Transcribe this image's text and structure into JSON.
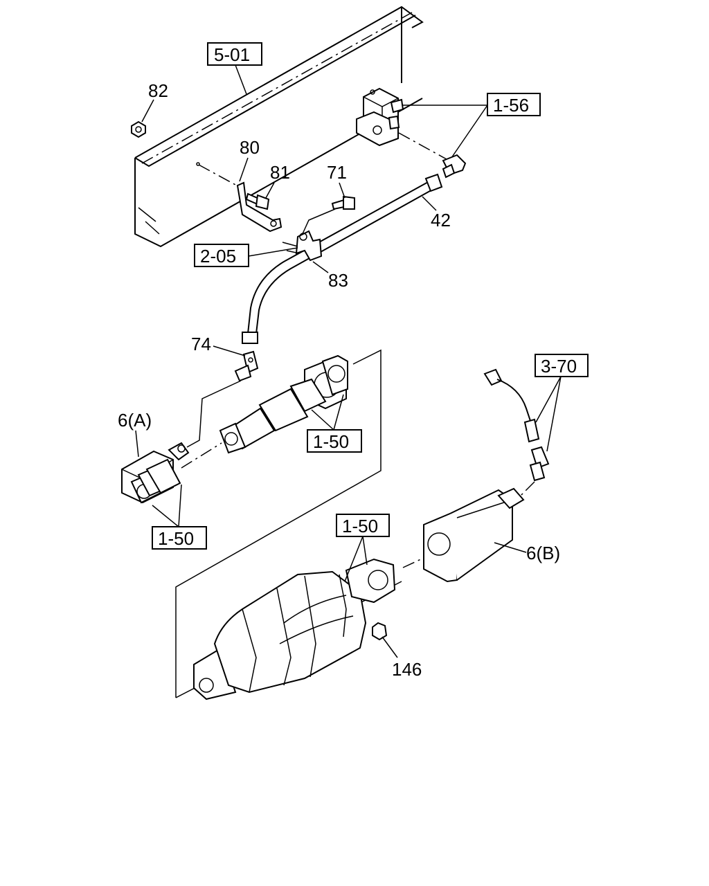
{
  "callouts": {
    "c_5_01": "5-01",
    "c_1_56": "1-56",
    "c_2_05": "2-05",
    "c_3_70": "3-70",
    "c_1_50_a": "1-50",
    "c_1_50_b": "1-50",
    "c_1_50_c": "1-50"
  },
  "part_numbers": {
    "p82": "82",
    "p80": "80",
    "p81": "81",
    "p71": "71",
    "p42": "42",
    "p83": "83",
    "p74": "74",
    "p6a": "6(A)",
    "p6b": "6(B)",
    "p146": "146"
  }
}
